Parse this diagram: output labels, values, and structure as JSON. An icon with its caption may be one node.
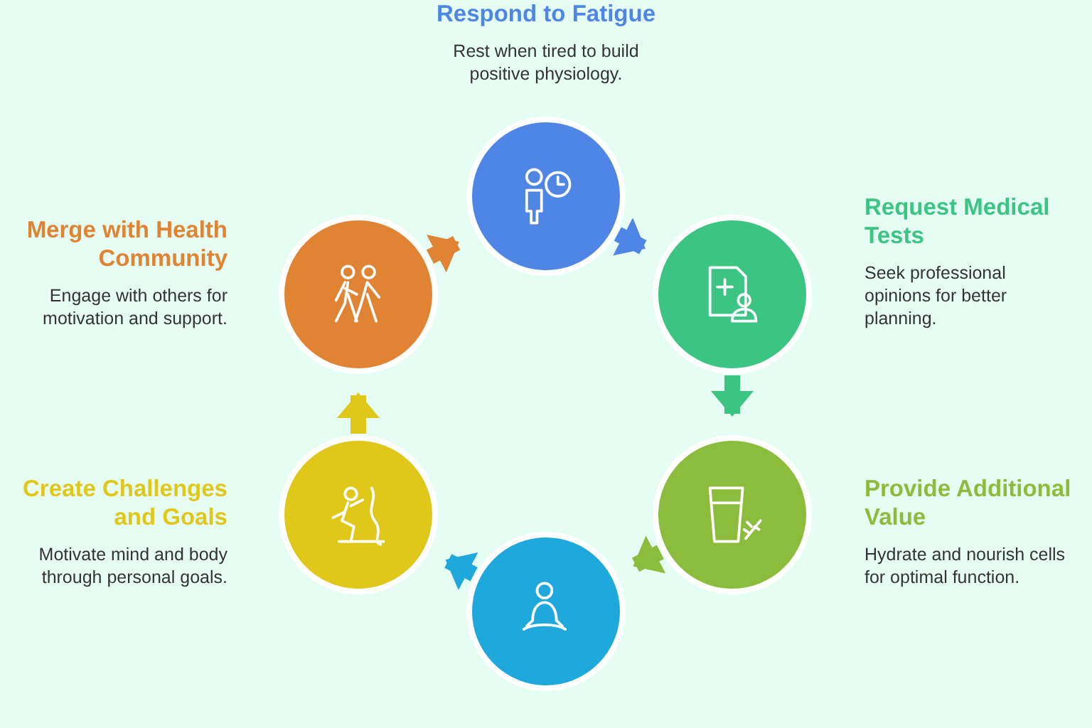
{
  "diagram": {
    "nodes": [
      {
        "text": [
          "Respond to Fatigue",
          "Rest when tired to build positive physiology."
        ]
      },
      {
        "text": [
          "Request Medical Tests",
          "Seek professional opinions for better planning."
        ]
      },
      {
        "text": [
          "Provide Additional Value",
          "Hydrate and nourish cells for optimal function."
        ]
      },
      {
        "text": [],
        "shape": "circle"
      },
      {
        "text": [
          "Create Challenges and Goals",
          "Motivate mind and body through personal goals."
        ]
      },
      {
        "text": [
          "Merge with Health Community",
          "Engage with others for motivation and support."
        ]
      }
    ],
    "edges": [
      {
        "from": 0,
        "to": 1,
        "arrow": "to",
        "color": "#4f86e6"
      },
      {
        "from": 1,
        "to": 2,
        "arrow": "to",
        "color": "#3cc483"
      },
      {
        "from": 2,
        "to": 3,
        "arrow": "to",
        "color": "#8cbc3c"
      },
      {
        "from": 3,
        "to": 4,
        "arrow": "to",
        "color": "#1fa8dc"
      },
      {
        "from": 4,
        "to": 5,
        "arrow": "to",
        "color": "#e0c81a"
      },
      {
        "from": 5,
        "to": 0,
        "arrow": "to",
        "color": "#e08434"
      }
    ]
  }
}
